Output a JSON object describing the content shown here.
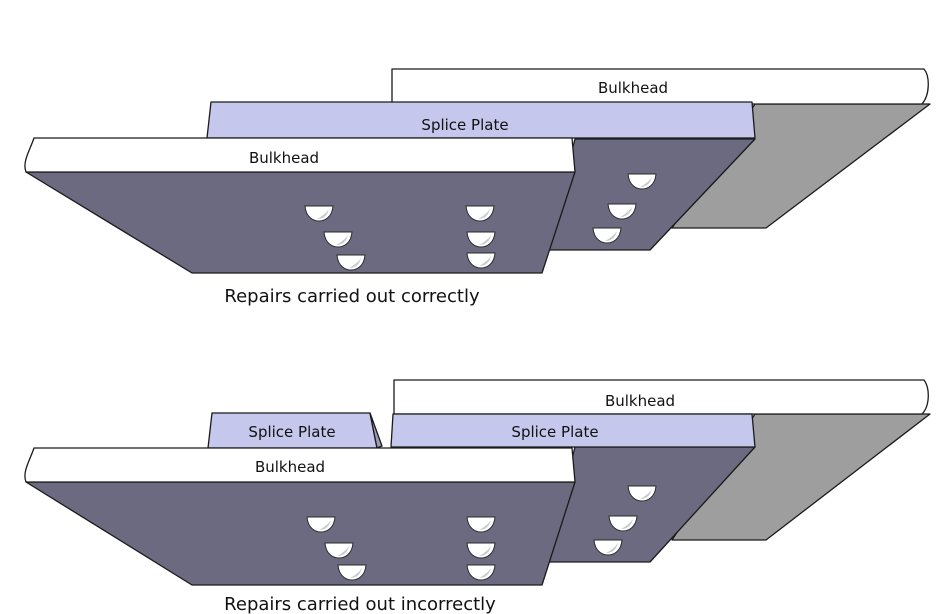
{
  "figure_a": {
    "back_bulkhead_label": "Bulkhead",
    "splice_plate_label": "Splice Plate",
    "front_bulkhead_label": "Bulkhead",
    "caption": "Repairs carried out correctly"
  },
  "figure_b": {
    "back_bulkhead_label": "Bulkhead",
    "small_splice_plate_label": "Splice Plate",
    "splice_plate_label": "Splice Plate",
    "front_bulkhead_label": "Bulkhead",
    "caption": "Repairs carried out incorrectly"
  },
  "colors": {
    "plate_face": "#6b6a80",
    "back_face": "#9e9e9e",
    "splice_fill": "#c5c8ec",
    "bulkhead_fill": "#ffffff"
  }
}
